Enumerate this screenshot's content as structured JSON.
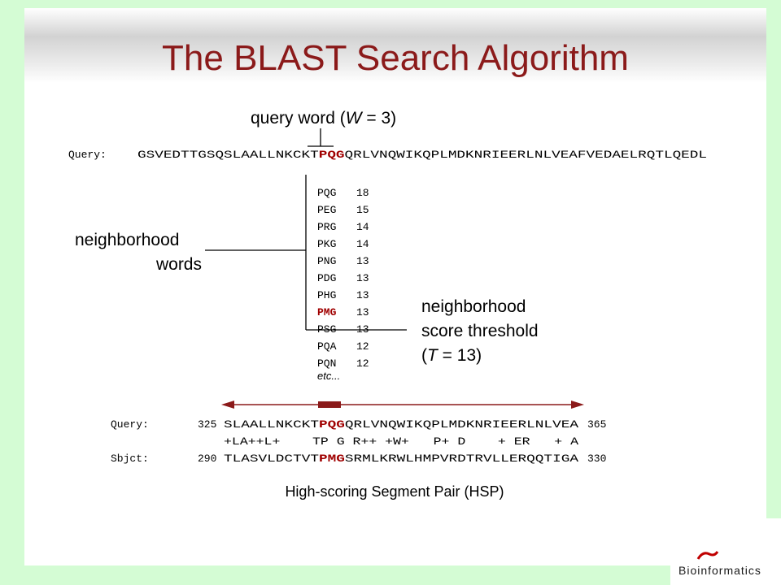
{
  "title": "The BLAST Search Algorithm",
  "query_word_label": "query word (",
  "query_word_var": "W",
  "query_word_value": " = 3)",
  "query_row": {
    "label": "Query:",
    "prefix": "GSVEDTTGSQSLAALLNKCKT",
    "word": "PQG",
    "suffix": "QRLVNQWIKQPLMDKNRIEERLNLVEAFVEDAELRQTLQEDL"
  },
  "neighborhood_words_label": [
    "neighborhood",
    "words"
  ],
  "neighborhood_list": [
    {
      "word": "PQG",
      "score": "18",
      "highlight": false
    },
    {
      "word": "PEG",
      "score": "15",
      "highlight": false
    },
    {
      "word": "PRG",
      "score": "14",
      "highlight": false
    },
    {
      "word": "PKG",
      "score": "14",
      "highlight": false
    },
    {
      "word": "PNG",
      "score": "13",
      "highlight": false
    },
    {
      "word": "PDG",
      "score": "13",
      "highlight": false
    },
    {
      "word": "PHG",
      "score": "13",
      "highlight": false
    },
    {
      "word": "PMG",
      "score": "13",
      "highlight": true
    },
    {
      "word": "PSG",
      "score": "13",
      "highlight": false
    },
    {
      "word": "PQA",
      "score": "12",
      "highlight": false
    },
    {
      "word": "PQN",
      "score": "12",
      "highlight": false
    }
  ],
  "etc_label": "etc...",
  "threshold_label": [
    "neighborhood",
    "score threshold"
  ],
  "threshold_open": "(",
  "threshold_var": "T",
  "threshold_value": " = 13)",
  "hsp": {
    "query_label": "Query:",
    "query_start": "325",
    "query_pre": "SLAALLNKCKT",
    "query_word": "PQG",
    "query_post": "QRLVNQWIKQPLMDKNRIEERLNLVEA",
    "query_end": "365",
    "match_line": "+LA++L+    TP G R++ +W+   P+ D    + ER   + A",
    "sbjct_label": "Sbjct:",
    "sbjct_start": "290",
    "sbjct_pre": "TLASVLDCTVT",
    "sbjct_word": "PMG",
    "sbjct_post": "SRMLKRWLHMPVRDTRVLLERQQTIGA",
    "sbjct_end": "330"
  },
  "hsp_caption": "High-scoring Segment Pair (HSP)",
  "logo_text": "Bioinformatics",
  "copyright_text": "©",
  "colors": {
    "accent_red": "#8b1a1a",
    "highlight_red": "#a00000",
    "page_green": "#d4fcd4",
    "text": "#000000"
  }
}
